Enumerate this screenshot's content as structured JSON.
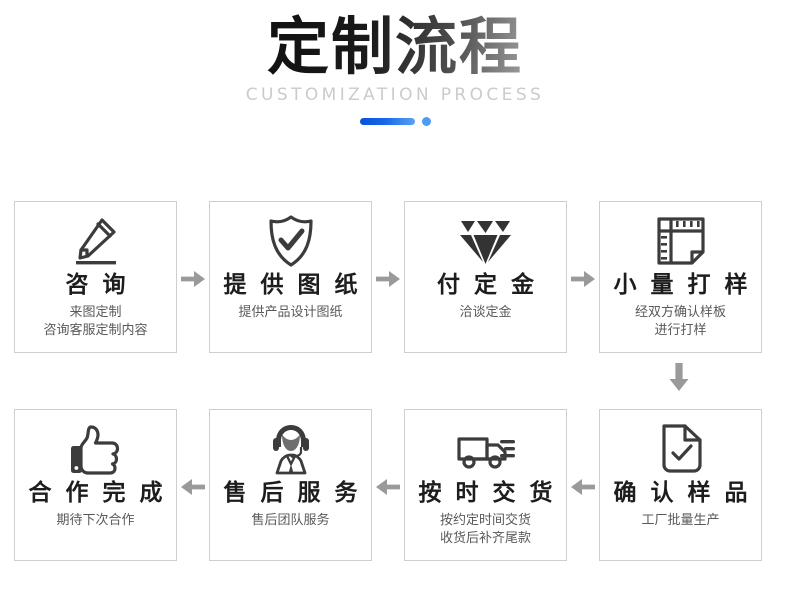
{
  "header": {
    "title": "定制流程",
    "subtitle": "CUSTOMIZATION PROCESS",
    "indicator": {
      "bar_color": "#1667e8",
      "dot_color": "#4e9bf4"
    }
  },
  "colors": {
    "card_border": "#cfcfcf",
    "title_text": "#1d1d1d",
    "sub_text": "#595959",
    "arrow": "#9a9a9a",
    "icon": "#3c3c3c",
    "background": "#ffffff"
  },
  "flow": {
    "rows": [
      {
        "direction": "right",
        "steps": [
          {
            "icon": "pencil-icon",
            "title": "咨 询",
            "sub_lines": [
              "来图定制",
              "咨询客服定制内容"
            ],
            "arrow_after": "arrow-right-icon"
          },
          {
            "icon": "shield-check-icon",
            "title": "提 供 图 纸",
            "sub_lines": [
              "提供产品设计图纸"
            ],
            "arrow_after": "arrow-right-icon"
          },
          {
            "icon": "diamond-icon",
            "title": "付 定 金",
            "sub_lines": [
              "洽谈定金"
            ],
            "arrow_after": "arrow-right-icon"
          },
          {
            "icon": "ruler-template-icon",
            "title": "小 量 打 样",
            "sub_lines": [
              "经双方确认样板",
              "进行打样"
            ],
            "arrow_after": "arrow-down-icon"
          }
        ]
      },
      {
        "direction": "left",
        "steps": [
          {
            "icon": "thumbs-up-icon",
            "title": "合 作 完 成",
            "sub_lines": [
              "期待下次合作"
            ],
            "arrow_after": null
          },
          {
            "icon": "headset-agent-icon",
            "title": "售 后 服 务",
            "sub_lines": [
              "售后团队服务"
            ],
            "arrow_after": "arrow-left-icon"
          },
          {
            "icon": "delivery-truck-icon",
            "title": "按 时 交 货",
            "sub_lines": [
              "按约定时间交货",
              "收货后补齐尾款"
            ],
            "arrow_after": "arrow-left-icon"
          },
          {
            "icon": "document-check-icon",
            "title": "确 认 样 品",
            "sub_lines": [
              "工厂批量生产"
            ],
            "arrow_after": "arrow-left-icon"
          }
        ]
      }
    ]
  }
}
